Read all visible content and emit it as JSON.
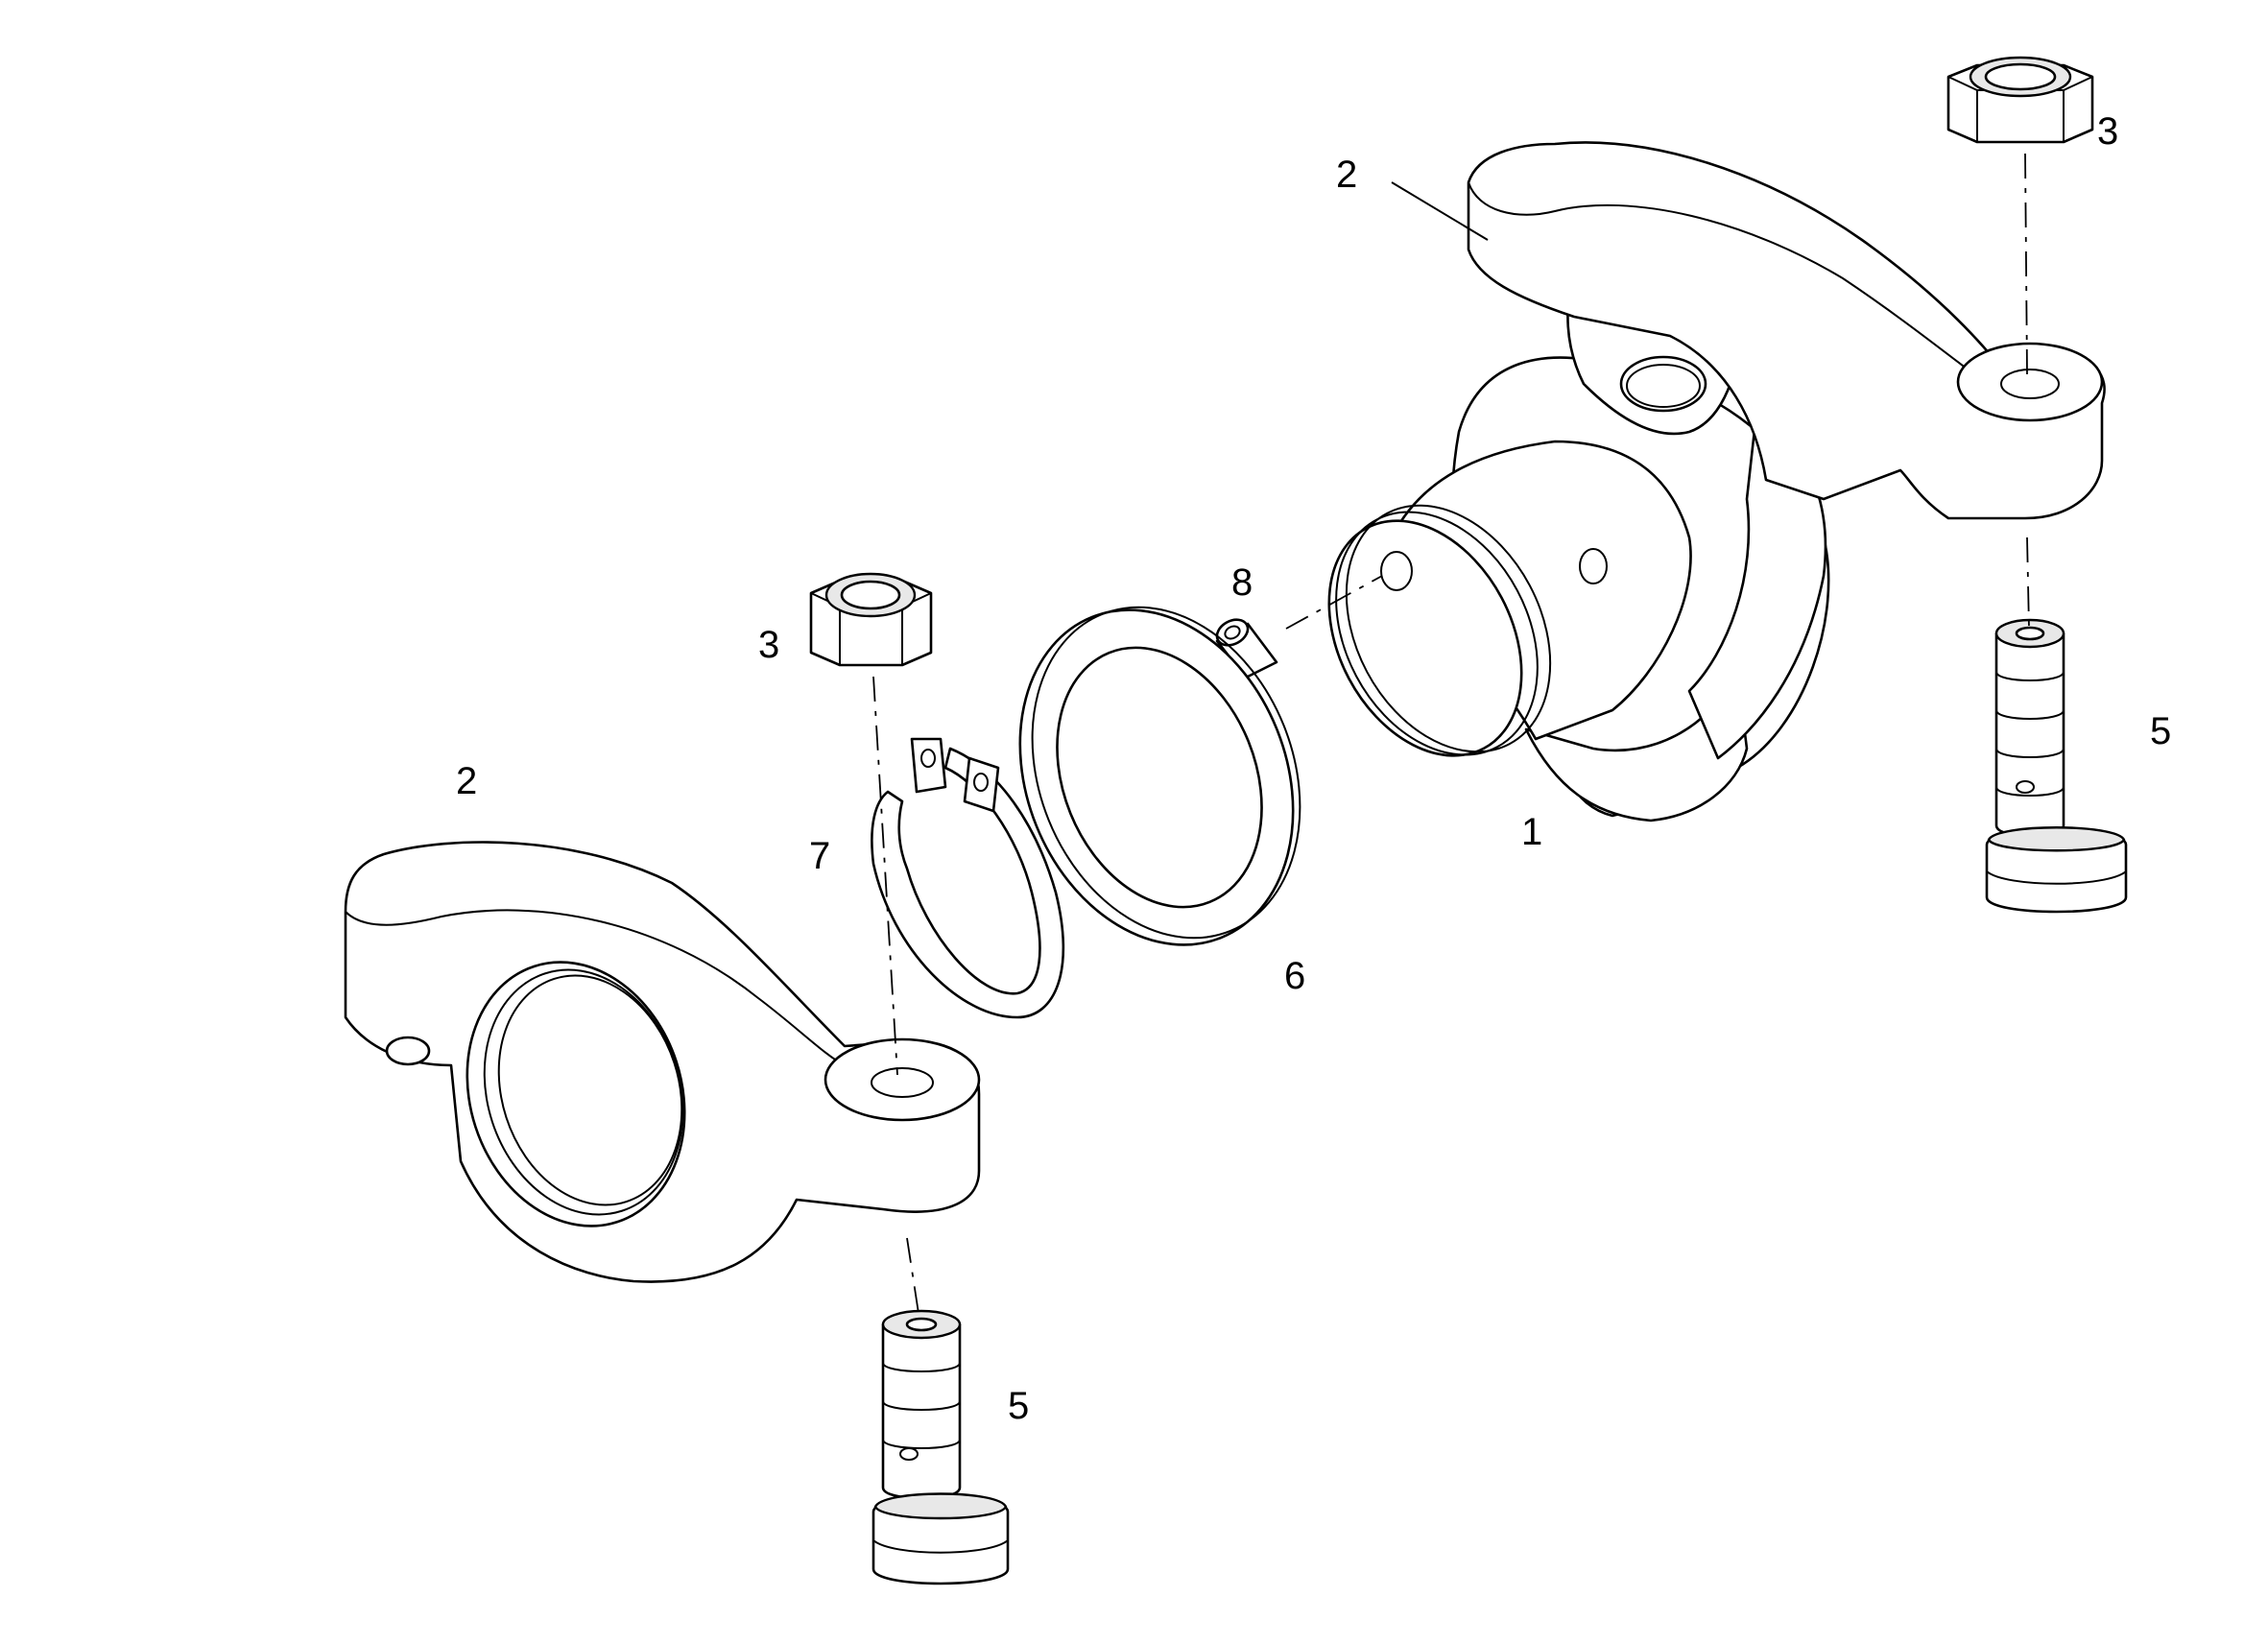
{
  "callouts": {
    "c1": "1",
    "c2_upper": "2",
    "c2_lower": "2",
    "c3_upper": "3",
    "c3_lower": "3",
    "c5_upper": "5",
    "c5_lower": "5",
    "c6": "6",
    "c7": "7",
    "c8": "8"
  },
  "colors": {
    "line": "#000000",
    "background": "#ffffff"
  }
}
